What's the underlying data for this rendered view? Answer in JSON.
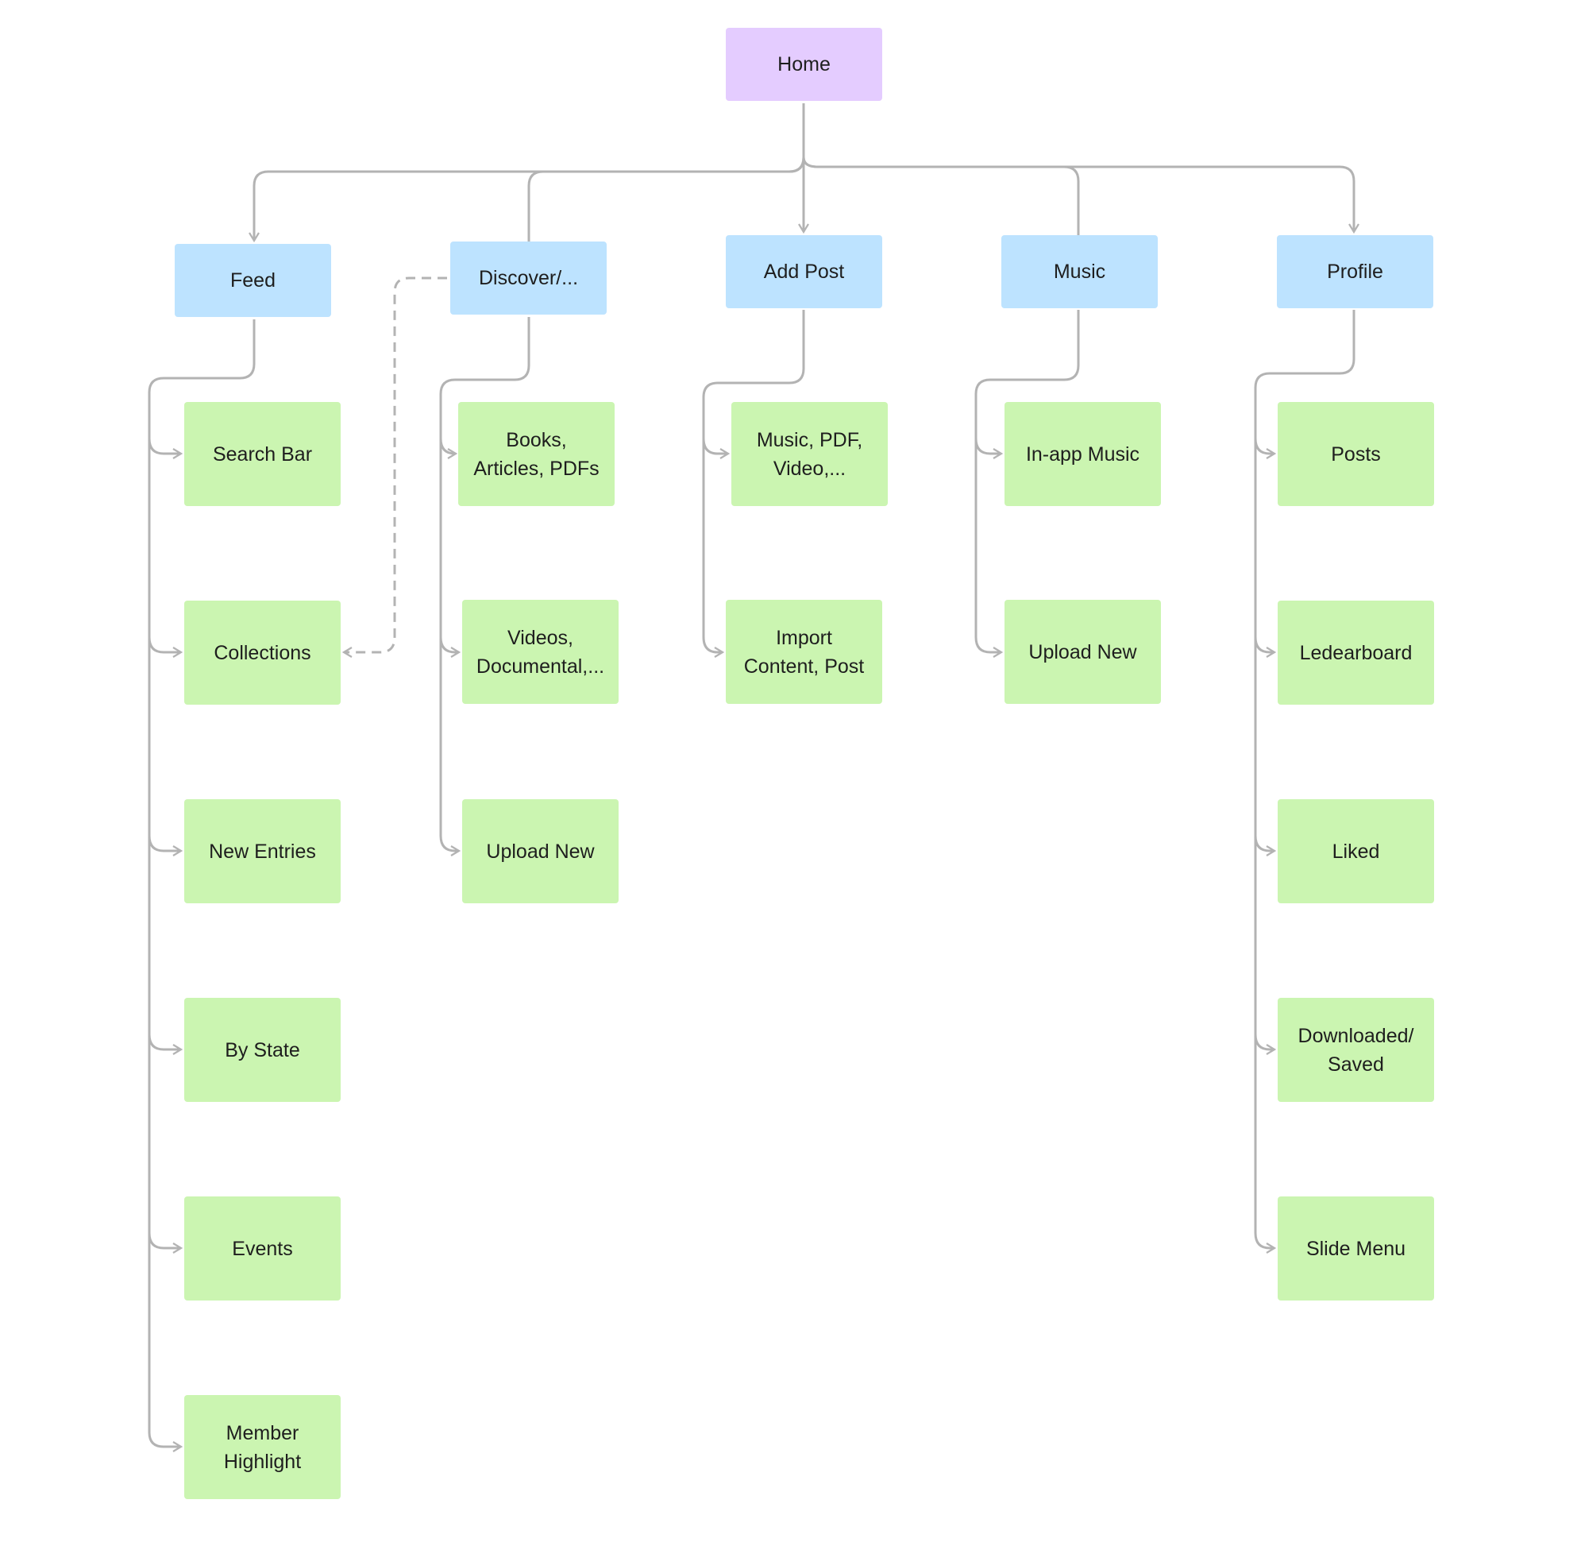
{
  "colors": {
    "root_fill": "#e4ccff",
    "section_fill": "#bde3ff",
    "page_fill": "#cbf5b1",
    "connector": "#b3b3b3",
    "text": "#1e1e1e"
  },
  "sitemap": {
    "root": {
      "label": "Home"
    },
    "sections": [
      {
        "label": "Feed",
        "children": [
          "Search Bar",
          "Collections",
          "New Entries",
          "By State",
          "Events",
          "Member\nHighlight"
        ]
      },
      {
        "label": "Discover/...",
        "children": [
          "Books,\nArticles, PDFs",
          "Videos,\nDocumental,...",
          "Upload New"
        ]
      },
      {
        "label": "Add Post",
        "children": [
          "Music, PDF,\nVideo,...",
          "Import\nContent, Post"
        ]
      },
      {
        "label": "Music",
        "children": [
          "In-app Music",
          "Upload New"
        ]
      },
      {
        "label": "Profile",
        "children": [
          "Posts",
          "Ledearboard",
          "Liked",
          "Downloaded/\nSaved",
          "Slide Menu"
        ]
      }
    ],
    "cross_links": [
      {
        "from": "Discover/...",
        "to": "Collections",
        "style": "dashed"
      }
    ]
  }
}
